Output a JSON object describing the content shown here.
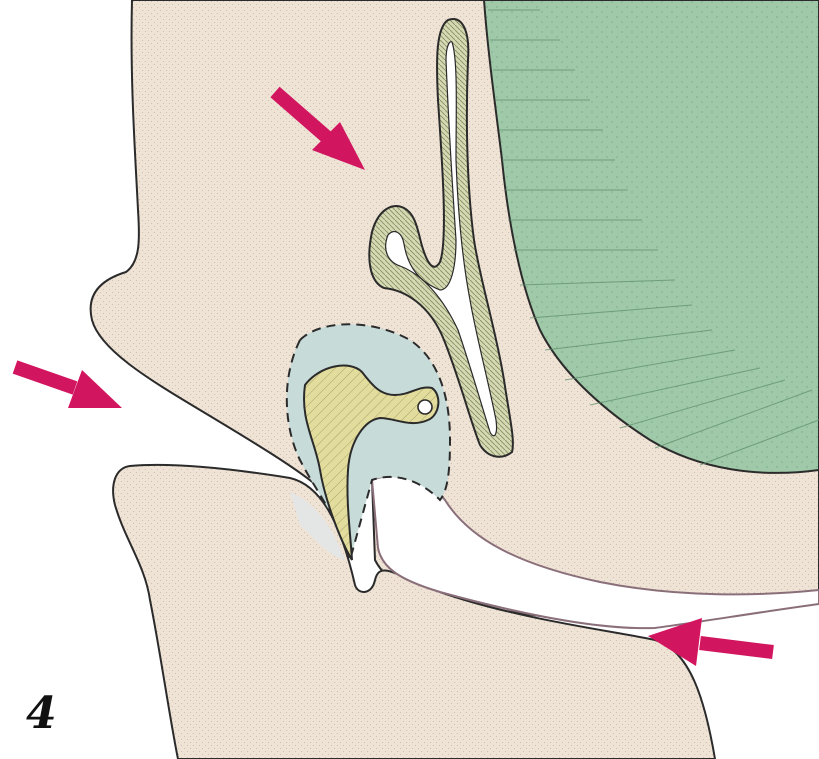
{
  "figure": {
    "panel_number": "4",
    "colors": {
      "background": "#ffffff",
      "tissue": "#efe3d6",
      "outline": "#2b2b2b",
      "muscle": "#9fc9a8",
      "muscle_hatch": "#5f8f6c",
      "epithelium": "#d5d9b4",
      "ossicle": "#e2dc9d",
      "tympanic_cavity": "#c7dbd9",
      "membrane_outline": "#8a6f7a",
      "arrow": "#d2155f",
      "highlight": "#e4e6e6"
    },
    "arrows": [
      {
        "id": "top",
        "direction": "down-right"
      },
      {
        "id": "left",
        "direction": "down-right"
      },
      {
        "id": "bottom-right",
        "direction": "left"
      }
    ]
  }
}
